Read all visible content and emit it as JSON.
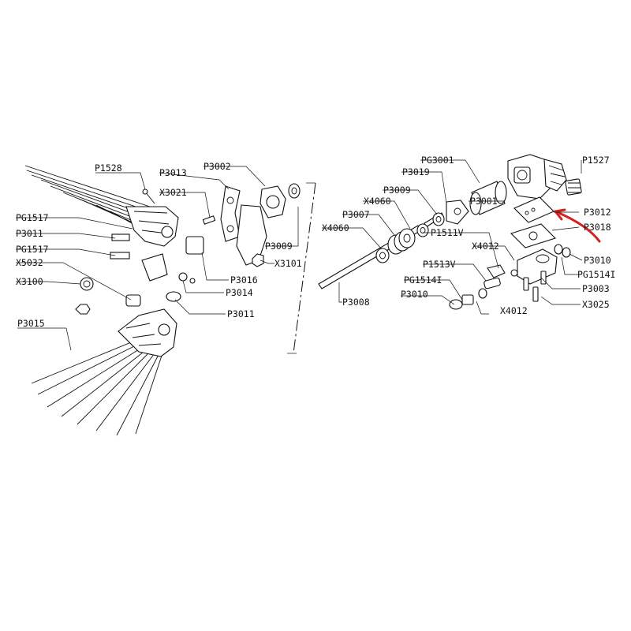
{
  "diagram": {
    "labels": {
      "P1528": "P1528",
      "P3013": "P3013",
      "P3002": "P3002",
      "X3021": "X3021",
      "PG1517_a": "PG1517",
      "P3011_a": "P3011",
      "PG1517_b": "PG1517",
      "X5032": "X5032",
      "X3100": "X3100",
      "P3015": "P3015",
      "P3009_a": "P3009",
      "X3101": "X3101",
      "P3016": "P3016",
      "P3014": "P3014",
      "P3011_b": "P3011",
      "PG3001": "PG3001",
      "P3019": "P3019",
      "P3009_b": "P3009",
      "X4060_a": "X4060",
      "P3007": "P3007",
      "X4060_b": "X4060",
      "P3008": "P3008",
      "P1527": "P1527",
      "P3012": "P3012",
      "P3018": "P3018",
      "P3001": "P3001",
      "X4012_a": "X4012",
      "P1511V": "P1511V",
      "P1513V": "P1513V",
      "PG1514I_a": "PG1514I",
      "P3010_a": "P3010",
      "P3010_b": "P3010",
      "PG1514I_b": "PG1514I",
      "P3003": "P3003",
      "X3025": "X3025",
      "X4012_b": "X4012"
    },
    "annotation_color": "#d42020"
  }
}
